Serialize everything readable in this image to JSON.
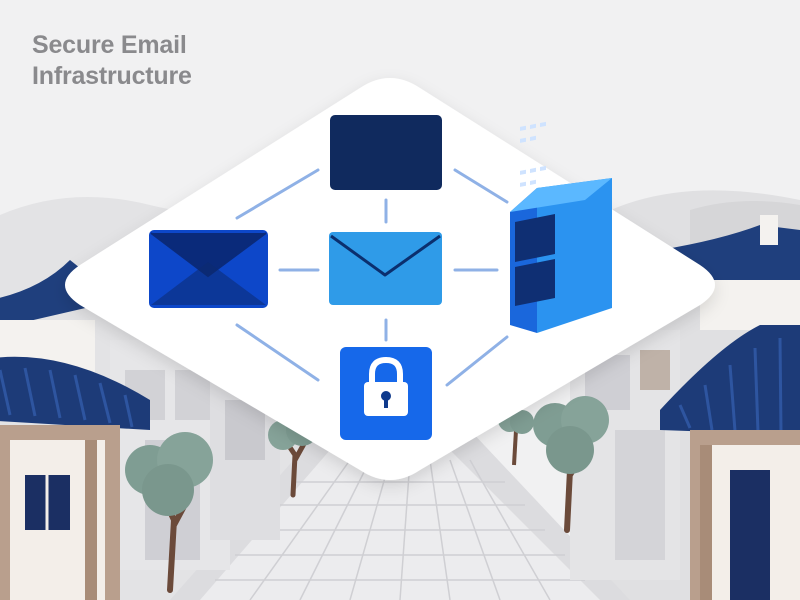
{
  "title": {
    "line1": "Secure Email",
    "line2": "Infrastructure"
  },
  "nodes": [
    {
      "id": "top-box",
      "icon": "blank-rectangle",
      "color": "#102a5e"
    },
    {
      "id": "left-mail",
      "icon": "envelope-icon",
      "color": "#0d47c9"
    },
    {
      "id": "center-mail",
      "icon": "envelope-icon",
      "color": "#2f9be8"
    },
    {
      "id": "server",
      "icon": "server-icon",
      "color": "#1673e6"
    },
    {
      "id": "lock",
      "icon": "padlock-icon",
      "color": "#1668ea"
    }
  ],
  "colors": {
    "navy": "#102a5e",
    "blue": "#0d47c9",
    "light_blue": "#2f9be8",
    "connector": "#8fb1e6",
    "platform": "#ffffff"
  }
}
